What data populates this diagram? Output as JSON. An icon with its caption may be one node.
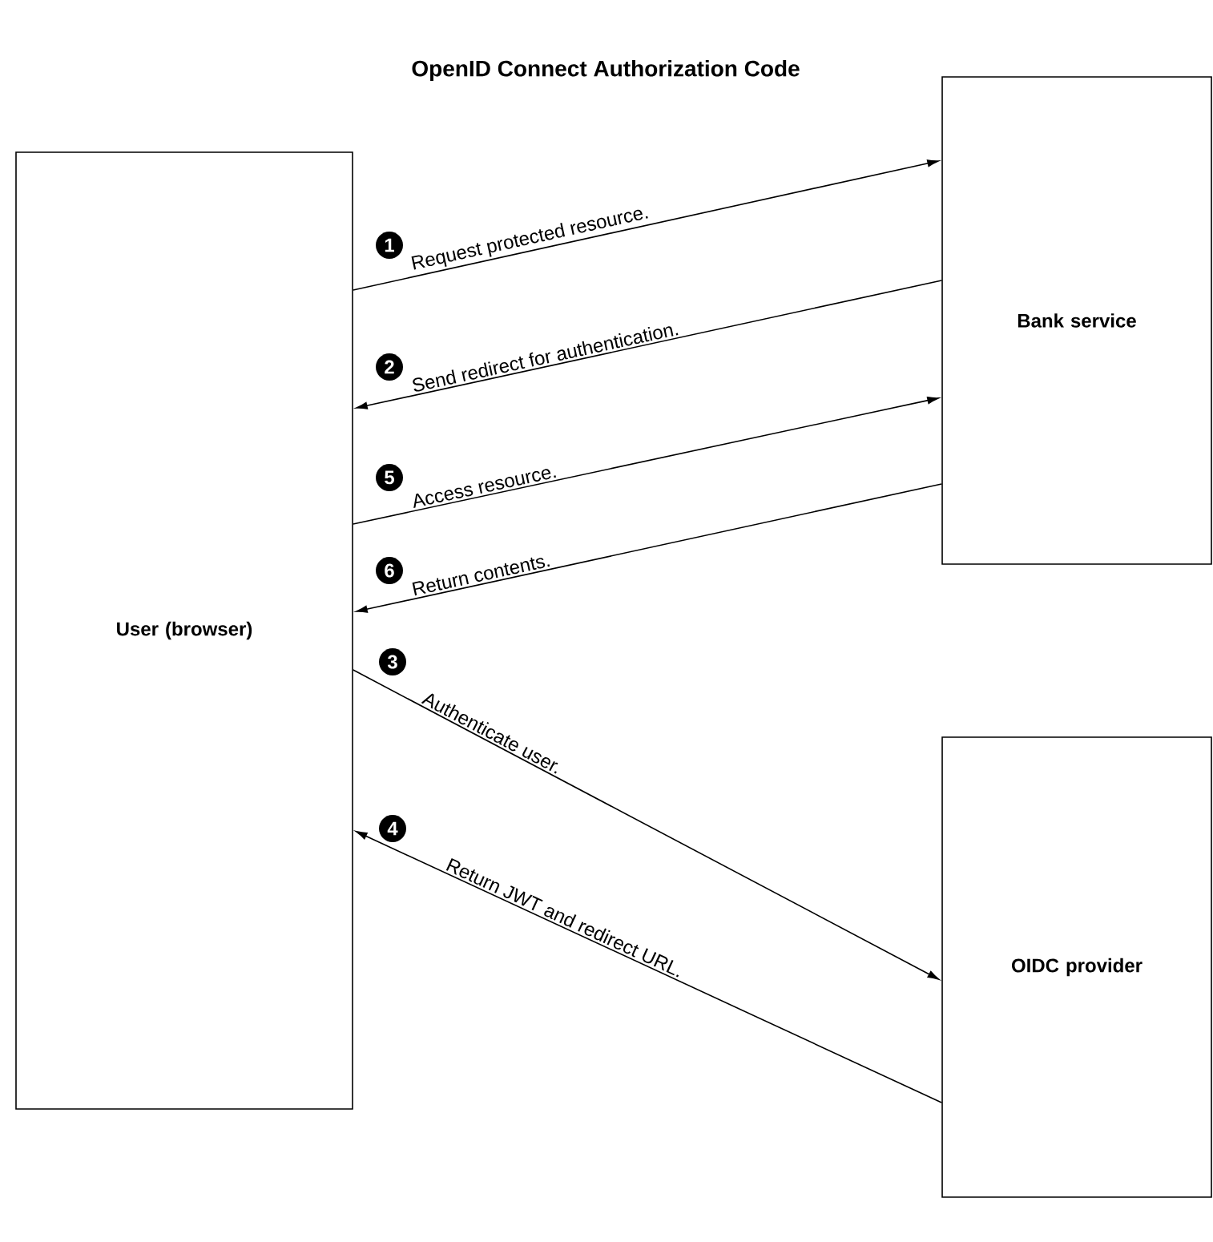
{
  "diagram": {
    "title": "OpenID Connect Authorization Code",
    "nodes": [
      {
        "text": [
          "User (browser)"
        ]
      },
      {
        "text": [
          "Bank service"
        ]
      },
      {
        "text": [
          "OIDC provider"
        ]
      }
    ],
    "edges": [
      {
        "from": 0,
        "to": 1,
        "arrow": "to",
        "label": "Request protected resource."
      },
      {
        "from": 1,
        "to": 0,
        "arrow": "to",
        "label": "Send redirect for authentication."
      },
      {
        "from": 0,
        "to": 1,
        "arrow": "to",
        "label": "Access resource."
      },
      {
        "from": 1,
        "to": 0,
        "arrow": "to",
        "label": "Return contents."
      },
      {
        "from": 0,
        "to": 2,
        "arrow": "to",
        "label": "Authenticate user."
      },
      {
        "from": 2,
        "to": 0,
        "arrow": "to",
        "label": "Return JWT and redirect URL."
      }
    ],
    "labels": [
      "1",
      "2",
      "5",
      "6",
      "3",
      "4"
    ]
  }
}
